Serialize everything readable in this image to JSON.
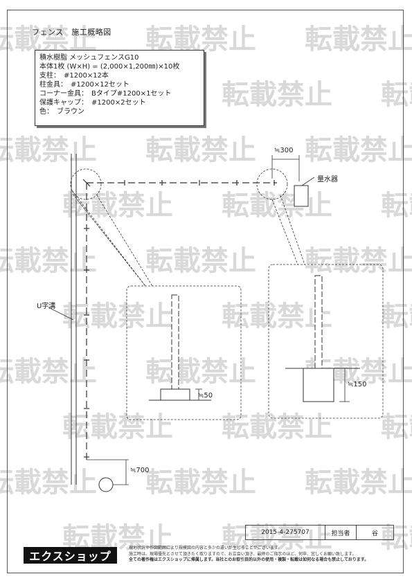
{
  "header": {
    "title": "フェンス　施工概略図"
  },
  "spec_box": {
    "lines": [
      "積水樹脂 メッシュフェンスG10",
      "本体1枚 (W×H) = (2,000×1,200㎜)×10枚",
      "支柱：　#1200×12本",
      "柱金具：　#1200×12セット",
      "コーナー金具：　Bタイプ#1200×1セット",
      "保護キャップ：　#1200×2セット",
      "色：　ブラウン"
    ]
  },
  "labels": {
    "meter": "量水器",
    "u_ditch": "U字溝",
    "dim_300": "≒300",
    "dim_50": "≒50",
    "dim_150": "≒150",
    "dim_700": "≒700"
  },
  "watermark": {
    "text": "転載禁止"
  },
  "footer": {
    "doc_number": "2015-4-275707",
    "person_label": "担当者",
    "person_name": "谷",
    "logo": "エクスショップ",
    "notes": [
      "現地状況や作図範囲により規模図の内容と多少の違いが生じることがございます。",
      "施工時は、現場優先とさせて頂きたく取りますので、お立会い頂き、最終のご指示のほど、何卒、宜しくお願い致します。",
      "全ての著作権はエクスショップに帰属します。当社とのお取引目的以外の使用・複製・転載は如何なる場合も禁止しております。"
    ]
  }
}
